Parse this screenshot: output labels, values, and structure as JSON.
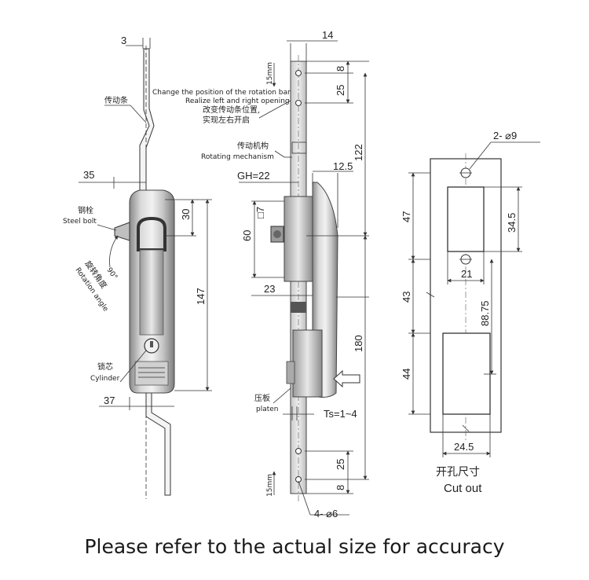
{
  "drawing": {
    "left_view": {
      "dim_3": "3",
      "dim_35": "35",
      "dim_30": "30",
      "dim_147": "147",
      "dim_37": "37",
      "label_rotation_bar_cn": "传动条",
      "label_steel_bolt_cn": "钢栓",
      "label_steel_bolt_en": "Steel bolt",
      "label_angle_value": "90°",
      "label_rotation_angle_cn": "旋转角度",
      "label_rotation_angle_en": "Rotation angle",
      "label_cylinder_cn": "锁芯",
      "label_cylinder_en": "Cylinder"
    },
    "middle_view": {
      "dim_14": "14",
      "dim_8_top": "8",
      "dim_25_top": "25",
      "dim_15mm_top": "15mm",
      "note_en_1": "Change the position of the rotation bar",
      "note_en_2": "Realize left and right opening",
      "note_cn_1": "改变传动条位置,",
      "note_cn_2": "实现左右开启",
      "label_mechanism_cn": "传动机构",
      "label_mechanism_en": "Rotating mechanism",
      "dim_122": "122",
      "dim_12_5": "12.5",
      "dim_gh": "GH=22",
      "dim_square_7": "□7",
      "dim_60": "60",
      "dim_23": "23",
      "dim_180": "180",
      "label_platen_cn": "压板",
      "label_platen_en": "platen",
      "dim_ts": "Ts=1~4",
      "dim_25_bottom": "25",
      "dim_8_bottom": "8",
      "dim_15mm_bottom": "15mm",
      "dim_holes": "4- ⌀6"
    },
    "right_view": {
      "dim_holes": "2- ⌀9",
      "dim_47": "47",
      "dim_34_5": "34.5",
      "dim_21": "21",
      "dim_43": "43",
      "dim_88_75": "88.75",
      "dim_44": "44",
      "dim_24_5": "24.5",
      "title_cn": "开孔尺寸",
      "title_en": "Cut out"
    }
  },
  "caption": "Please refer to the actual size for accuracy"
}
